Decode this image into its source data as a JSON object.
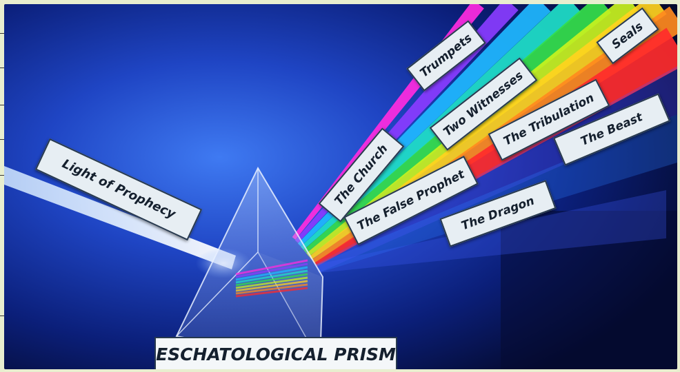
{
  "title": "ESCHATOLOGICAL PRISM",
  "labels": {
    "light": "Light of Prophecy",
    "trumpets": "Trumpets",
    "seals": "Seals",
    "witnesses": "Two Witnesses",
    "church": "The Church",
    "tribulation": "The Tribulation",
    "beast": "The Beast",
    "false_prophet": "The False Prophet",
    "dragon": "The Dragon"
  },
  "colors": {
    "background_dark": "#05103a",
    "background_blue": "#2a5bd8",
    "label_fill": "#e7eef3",
    "label_border": "#27394f",
    "spectrum": [
      "#ff2be0",
      "#8a3cff",
      "#1fb8ff",
      "#1fe0c8",
      "#35e04a",
      "#c8f21e",
      "#ffd21e",
      "#ff8a1e",
      "#ff2b2b"
    ]
  }
}
